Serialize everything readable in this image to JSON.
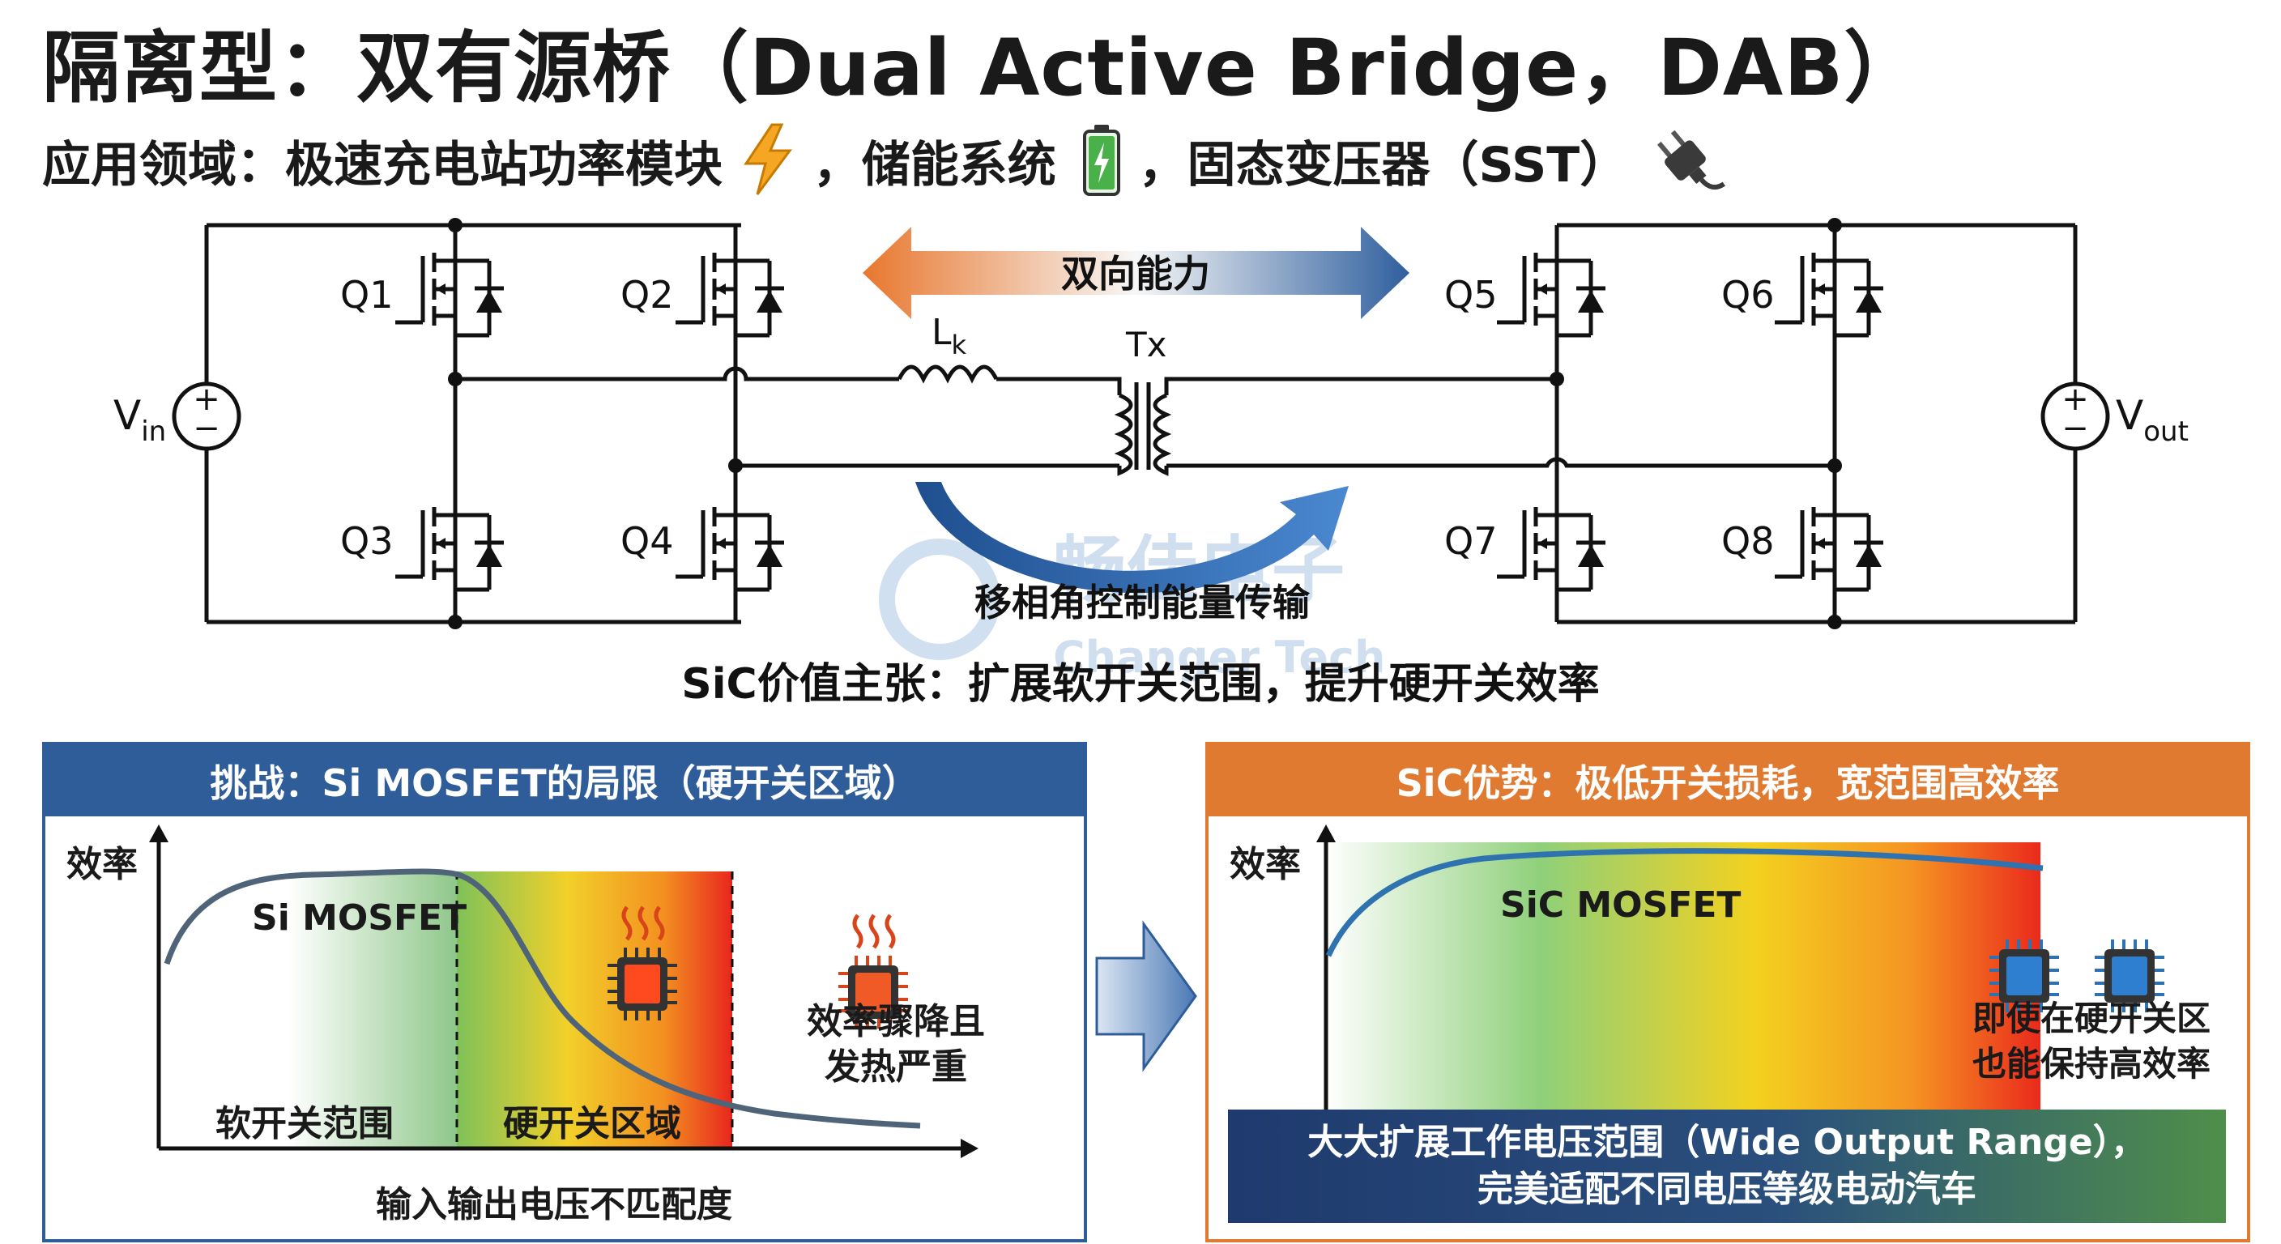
{
  "title": "隔离型：双有源桥（Dual Active Bridge，DAB）",
  "subtitle": {
    "prefix": "应用领域：极速充电站功率模块",
    "sep1": "，储能系统",
    "sep2": "，固态变压器（SST）"
  },
  "icons": [
    "lightning-icon",
    "battery-icon",
    "plug-icon",
    "chip-hot-icon",
    "heat-icon",
    "chip-icon",
    "arrow-right-icon"
  ],
  "circuit": {
    "transistors": [
      "Q1",
      "Q2",
      "Q3",
      "Q4",
      "Q5",
      "Q6",
      "Q7",
      "Q8"
    ],
    "vin_main": "V",
    "vin_sub": "in",
    "vout_main": "V",
    "vout_sub": "out",
    "inductor_main": "L",
    "inductor_sub": "k",
    "transformer": "Tx",
    "bidirectional": "双向能力",
    "phase_shift": "移相角控制能量传输",
    "watermark_cn": "畅佳电子",
    "watermark_en": "Changer Tech",
    "value_claim": "SiC价值主张：扩展软开关范围，提升硬开关效率"
  },
  "left_panel": {
    "header": "挑战：Si MOSFET的局限（硬开关区域）",
    "ylabel": "效率",
    "xlabel": "输入输出电压不匹配度",
    "curve_label": "Si MOSFET",
    "zone_soft": "软开关范围",
    "zone_hard": "硬开关区域",
    "note_line1": "效率骤降且",
    "note_line2": "发热严重"
  },
  "right_panel": {
    "header": "SiC优势：极低开关损耗，宽范围高效率",
    "ylabel": "效率",
    "curve_label": "SiC MOSFET",
    "note_line1": "即使在硬开关区",
    "note_line2": "也能保持高效率",
    "banner_line1": "大大扩展工作电压范围（Wide Output Range），",
    "banner_line2": "完美适配不同电压等级电动汽车"
  },
  "colors": {
    "blue_header": "#2f5d9a",
    "orange_header": "#e07a30",
    "arrow_orange": "#e8772e",
    "arrow_blue": "#2f5f9e",
    "banner": "#1f3a6e"
  }
}
